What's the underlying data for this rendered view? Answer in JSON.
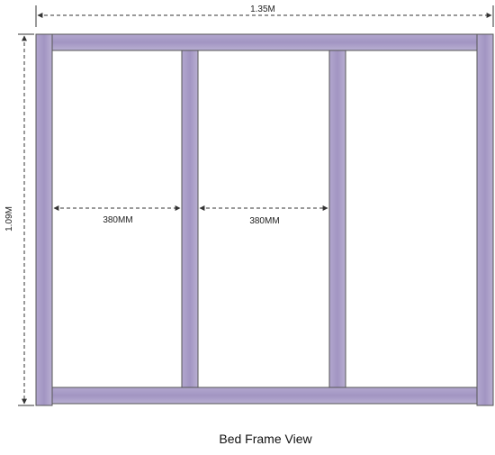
{
  "dimensions": {
    "width_label": "1.35M",
    "height_label": "1.09M",
    "gap_left_label": "380MM",
    "gap_middle_label": "380MM"
  },
  "caption": "Bed Frame View",
  "colors": {
    "frame_fill": "#a89bc6",
    "frame_highlight": "#c7bfdd",
    "frame_stroke": "#555555"
  }
}
